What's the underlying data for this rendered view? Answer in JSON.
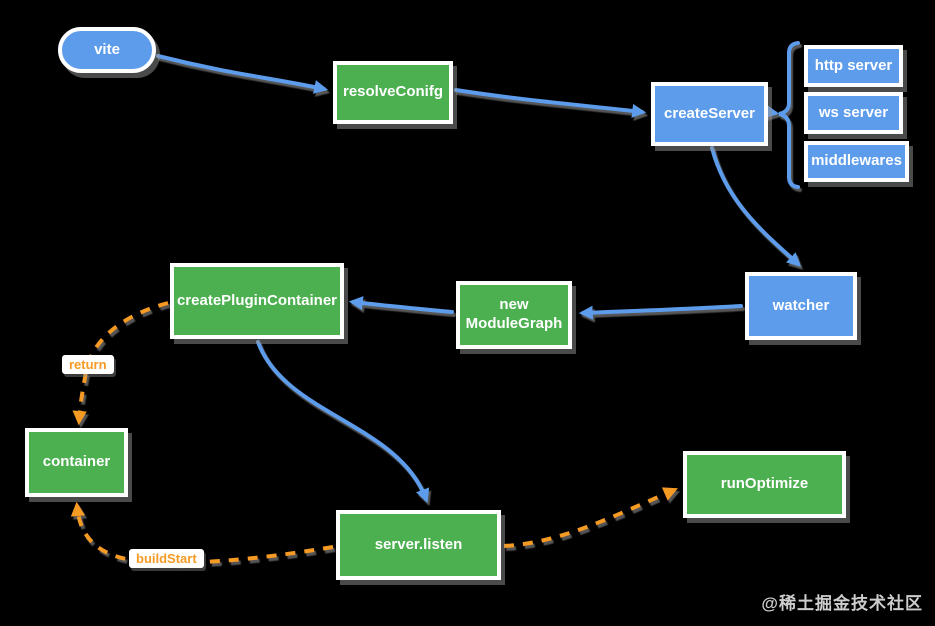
{
  "diagram": {
    "nodes": {
      "vite": {
        "label": "vite"
      },
      "resolveConfig": {
        "label": "resolveConifg"
      },
      "createServer": {
        "label": "createServer"
      },
      "httpServer": {
        "label": "http server"
      },
      "wsServer": {
        "label": "ws server"
      },
      "middlewares": {
        "label": "middlewares"
      },
      "watcher": {
        "label": "watcher"
      },
      "moduleGraph": {
        "line1": "new",
        "line2": "ModuleGraph"
      },
      "createPluginContainer": {
        "label": "createPluginContainer"
      },
      "container": {
        "label": "container"
      },
      "serverListen": {
        "label": "server.listen"
      },
      "runOptimize": {
        "label": "runOptimize"
      }
    },
    "edge_labels": {
      "return_label": "return",
      "build_start_label": "buildStart"
    },
    "colors": {
      "node_blue": "#5D9CEB",
      "node_green": "#4CAF50",
      "edge_blue": "#5D9CEB",
      "edge_orange": "#F59A23",
      "label_bg": "#FFFFFF"
    },
    "watermark": "@稀土掘金技术社区"
  }
}
